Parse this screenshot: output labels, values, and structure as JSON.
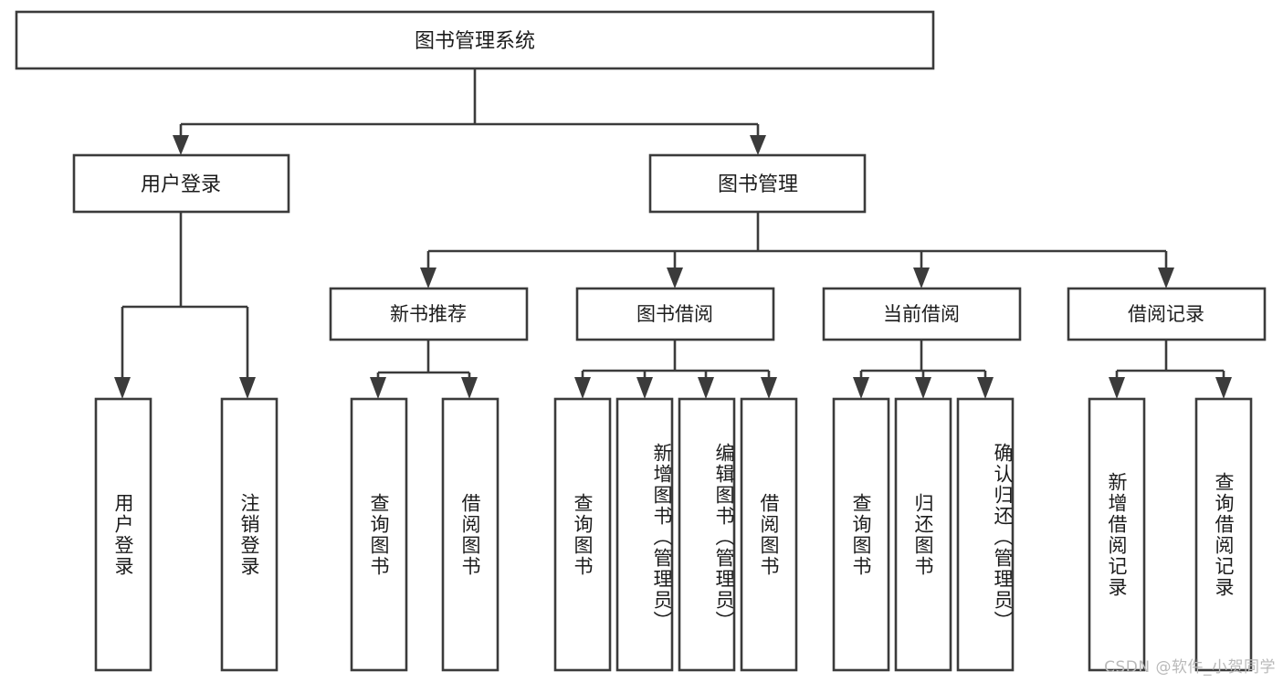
{
  "diagram": {
    "type": "tree-hierarchy-chart",
    "title": "图书管理系统",
    "watermark": "CSDN @软件_小贺同学",
    "colors": {
      "stroke": "#3b3b3b",
      "fill": "#ffffff",
      "text": "#1c1c1c",
      "watermark": "#b9b9b9"
    },
    "nodes": {
      "root": {
        "label": "图书管理系统"
      },
      "level2": [
        {
          "id": "user-login",
          "label": "用户登录"
        },
        {
          "id": "book-management",
          "label": "图书管理"
        }
      ],
      "level3": [
        {
          "id": "new-book-recommend",
          "label": "新书推荐"
        },
        {
          "id": "book-borrow",
          "label": "图书借阅"
        },
        {
          "id": "current-borrow",
          "label": "当前借阅"
        },
        {
          "id": "borrow-record",
          "label": "借阅记录"
        }
      ],
      "leaves": {
        "user-login": [
          {
            "id": "leaf-user-login",
            "label": "用户登录"
          },
          {
            "id": "leaf-logout-login",
            "label": "注销登录"
          }
        ],
        "new-book-recommend": [
          {
            "id": "leaf-query-book-1",
            "label": "查询图书"
          },
          {
            "id": "leaf-borrow-book-1",
            "label": "借阅图书"
          }
        ],
        "book-borrow": [
          {
            "id": "leaf-query-book-2",
            "label": "查询图书"
          },
          {
            "id": "leaf-add-book",
            "label": "新增图书（管理员）"
          },
          {
            "id": "leaf-edit-book",
            "label": "编辑图书（管理员）"
          },
          {
            "id": "leaf-borrow-book-2",
            "label": "借阅图书"
          }
        ],
        "current-borrow": [
          {
            "id": "leaf-query-book-3",
            "label": "查询图书"
          },
          {
            "id": "leaf-return-book",
            "label": "归还图书"
          },
          {
            "id": "leaf-confirm-return",
            "label": "确认归还（管理员）"
          }
        ],
        "borrow-record": [
          {
            "id": "leaf-add-record",
            "label": "新增借阅记录"
          },
          {
            "id": "leaf-query-record",
            "label": "查询借阅记录"
          }
        ]
      }
    }
  }
}
